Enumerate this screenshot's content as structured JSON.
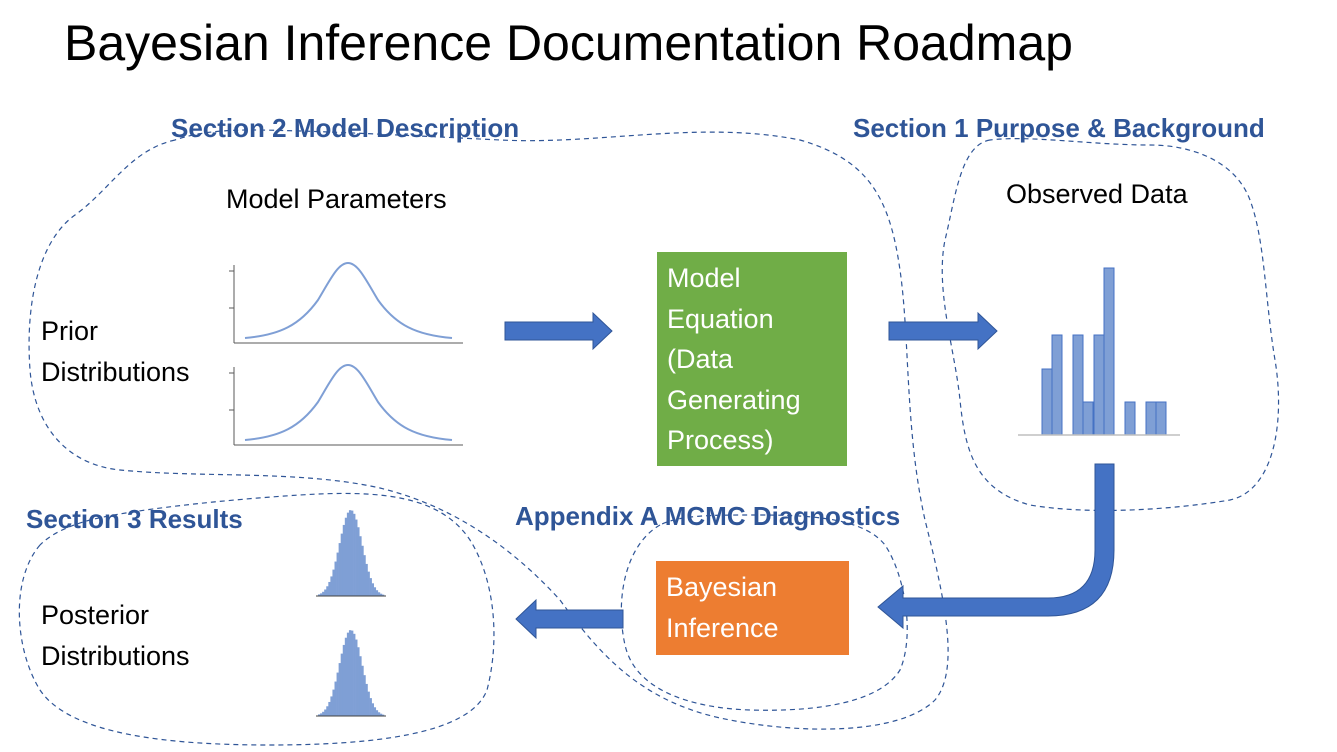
{
  "title": "Bayesian Inference Documentation Roadmap",
  "sections": {
    "section1": "Section 1 Purpose & Background",
    "section2": "Section 2 Model Description",
    "section3": "Section 3 Results",
    "appendixA": "Appendix A MCMC Diagnostics"
  },
  "labels": {
    "model_parameters": "Model Parameters",
    "observed_data": "Observed Data",
    "prior_line1": "Prior",
    "prior_line2": "Distributions",
    "posterior_line1": "Posterior",
    "posterior_line2": "Distributions"
  },
  "boxes": {
    "model_equation": [
      "Model",
      "Equation",
      "(Data",
      "Generating",
      "Process)"
    ],
    "bayesian_inference": [
      "Bayesian",
      "Inference"
    ]
  },
  "colors": {
    "section_text": "#2f5597",
    "arrow": "#4472c4",
    "model_box": "#70ad47",
    "inference_box": "#ed7d31",
    "curve": "#7f9fd5",
    "hist_bar": "#7f9fd5",
    "dash_outline": "#2f5597"
  },
  "icons": {
    "prior_curve": "bell-curve-icon",
    "observed_histogram": "bar-histogram-icon",
    "posterior_histogram": "posterior-histogram-icon"
  }
}
